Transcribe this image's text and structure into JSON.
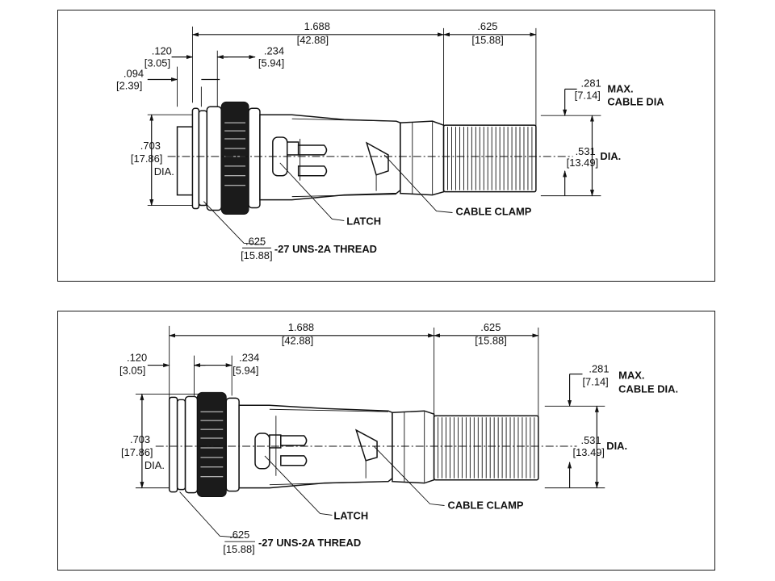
{
  "panels": [
    {
      "dims": {
        "overall_in": "1.688",
        "overall_mm": "[42.88]",
        "tail_in": ".625",
        "tail_mm": "[15.88]",
        "a_in": ".120",
        "a_mm": "[3.05]",
        "b_in": ".234",
        "b_mm": "[5.94]",
        "c_in": ".094",
        "c_mm": "[2.39]",
        "dia_in": ".703",
        "dia_mm": "[17.86]",
        "dia_label": "DIA.",
        "cable_in": ".281",
        "cable_mm": "[7.14]",
        "cable_max": "MAX.",
        "cable_label": "CABLE DIA",
        "boot_in": ".531",
        "boot_mm": "[13.49]",
        "boot_label": "DIA.",
        "thread_in": ".625",
        "thread_mm": "[15.88]",
        "thread_spec": "-27 UNS-2A THREAD"
      },
      "callouts": {
        "latch": "LATCH",
        "cable_clamp": "CABLE CLAMP"
      }
    },
    {
      "dims": {
        "overall_in": "1.688",
        "overall_mm": "[42.88]",
        "tail_in": ".625",
        "tail_mm": "[15.88]",
        "a_in": ".120",
        "a_mm": "[3.05]",
        "b_in": ".234",
        "b_mm": "[5.94]",
        "dia_in": ".703",
        "dia_mm": "[17.86]",
        "dia_label": "DIA.",
        "cable_in": ".281",
        "cable_mm": "[7.14]",
        "cable_max": "MAX.",
        "cable_label": "CABLE DIA.",
        "boot_in": ".531",
        "boot_mm": "[13.49]",
        "boot_label": "DIA.",
        "thread_in": ".625",
        "thread_mm": "[15.88]",
        "thread_spec": "-27 UNS-2A THREAD"
      },
      "callouts": {
        "latch": "LATCH",
        "cable_clamp": "CABLE CLAMP"
      }
    }
  ]
}
